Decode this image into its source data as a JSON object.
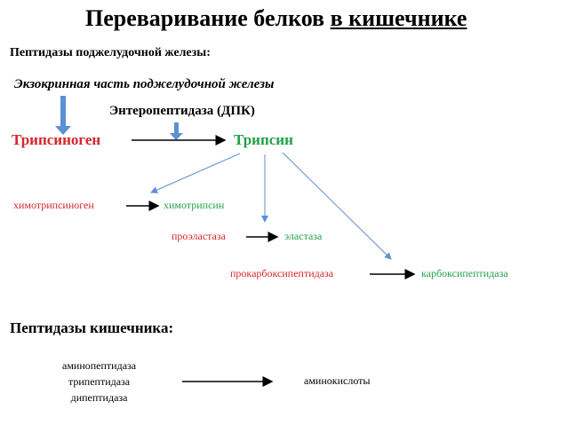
{
  "title_part1": "Переваривание белков ",
  "title_part2": "в кишечнике",
  "section_pancreas": "Пептидазы поджелудочной железы:",
  "exocrine": "Экзокринная часть поджелудочной железы",
  "enteropeptidase": "Энтеропептидаза (ДПК)",
  "trypsinogen": "Трипсиноген",
  "trypsin": "Трипсин",
  "chymotrypsinogen": "химотрипсиноген",
  "chymotrypsin": "химотрипсин",
  "proelastase": "проэластаза",
  "elastase": "эластаза",
  "procarboxypeptidase": "прокарбоксипептидаза",
  "carboxypeptidase": "карбоксипептидаза",
  "section_intestine": "Пептидазы кишечника:",
  "intestinal_enzymes": [
    "аминопептидаза",
    "трипептидаза",
    "дипептидаза"
  ],
  "product": "аминокислоты",
  "colors": {
    "red": "#d4262d",
    "green": "#21a04a",
    "blue_arrow": "#5b8fd6",
    "black": "#000000"
  }
}
